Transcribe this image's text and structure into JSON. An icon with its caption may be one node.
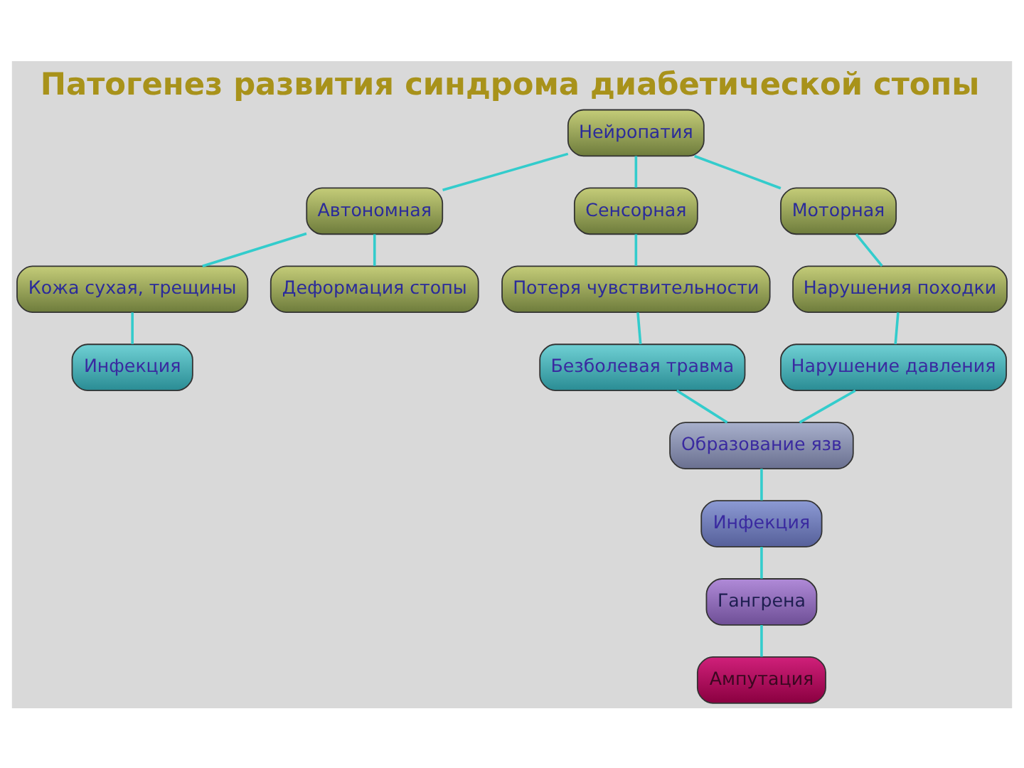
{
  "diagram": {
    "title": "Патогенез развития синдрома диабетической стопы",
    "nodes": [
      {
        "text": [
          "Нейропатия"
        ]
      },
      {
        "text": [
          "Автономная"
        ]
      },
      {
        "text": [
          "Сенсорная"
        ]
      },
      {
        "text": [
          "Моторная"
        ]
      },
      {
        "text": [
          "Кожа сухая, трещины"
        ]
      },
      {
        "text": [
          "Потеря чувствительности"
        ]
      },
      {
        "text": [
          "Деформация стопы"
        ]
      },
      {
        "text": [
          "Нарушения походки"
        ]
      },
      {
        "text": [
          "Инфекция"
        ]
      },
      {
        "text": [
          "Безболевая травма"
        ]
      },
      {
        "text": [
          "Нарушение давления"
        ]
      },
      {
        "text": [
          "Образование язв"
        ]
      },
      {
        "text": [
          "Инфекция"
        ]
      },
      {
        "text": [
          "Гангрена"
        ]
      },
      {
        "text": [
          "Ампутация"
        ]
      }
    ],
    "edges": [
      {
        "from": 0,
        "to": 1,
        "arrow": "none"
      },
      {
        "from": 0,
        "to": 2,
        "arrow": "none"
      },
      {
        "from": 0,
        "to": 3,
        "arrow": "none"
      },
      {
        "from": 1,
        "to": 4,
        "arrow": "none"
      },
      {
        "from": 2,
        "to": 5,
        "arrow": "none"
      },
      {
        "from": 1,
        "to": 6,
        "arrow": "none"
      },
      {
        "from": 3,
        "to": 7,
        "arrow": "none"
      },
      {
        "from": 4,
        "to": 8,
        "arrow": "none"
      },
      {
        "from": 5,
        "to": 9,
        "arrow": "none"
      },
      {
        "from": 7,
        "to": 10,
        "arrow": "none"
      },
      {
        "from": 9,
        "to": 11,
        "arrow": "none"
      },
      {
        "from": 10,
        "to": 11,
        "arrow": "none"
      },
      {
        "from": 11,
        "to": 12,
        "arrow": "none"
      },
      {
        "from": 12,
        "to": 13,
        "arrow": "none"
      },
      {
        "from": 13,
        "to": 14,
        "arrow": "none"
      }
    ]
  }
}
